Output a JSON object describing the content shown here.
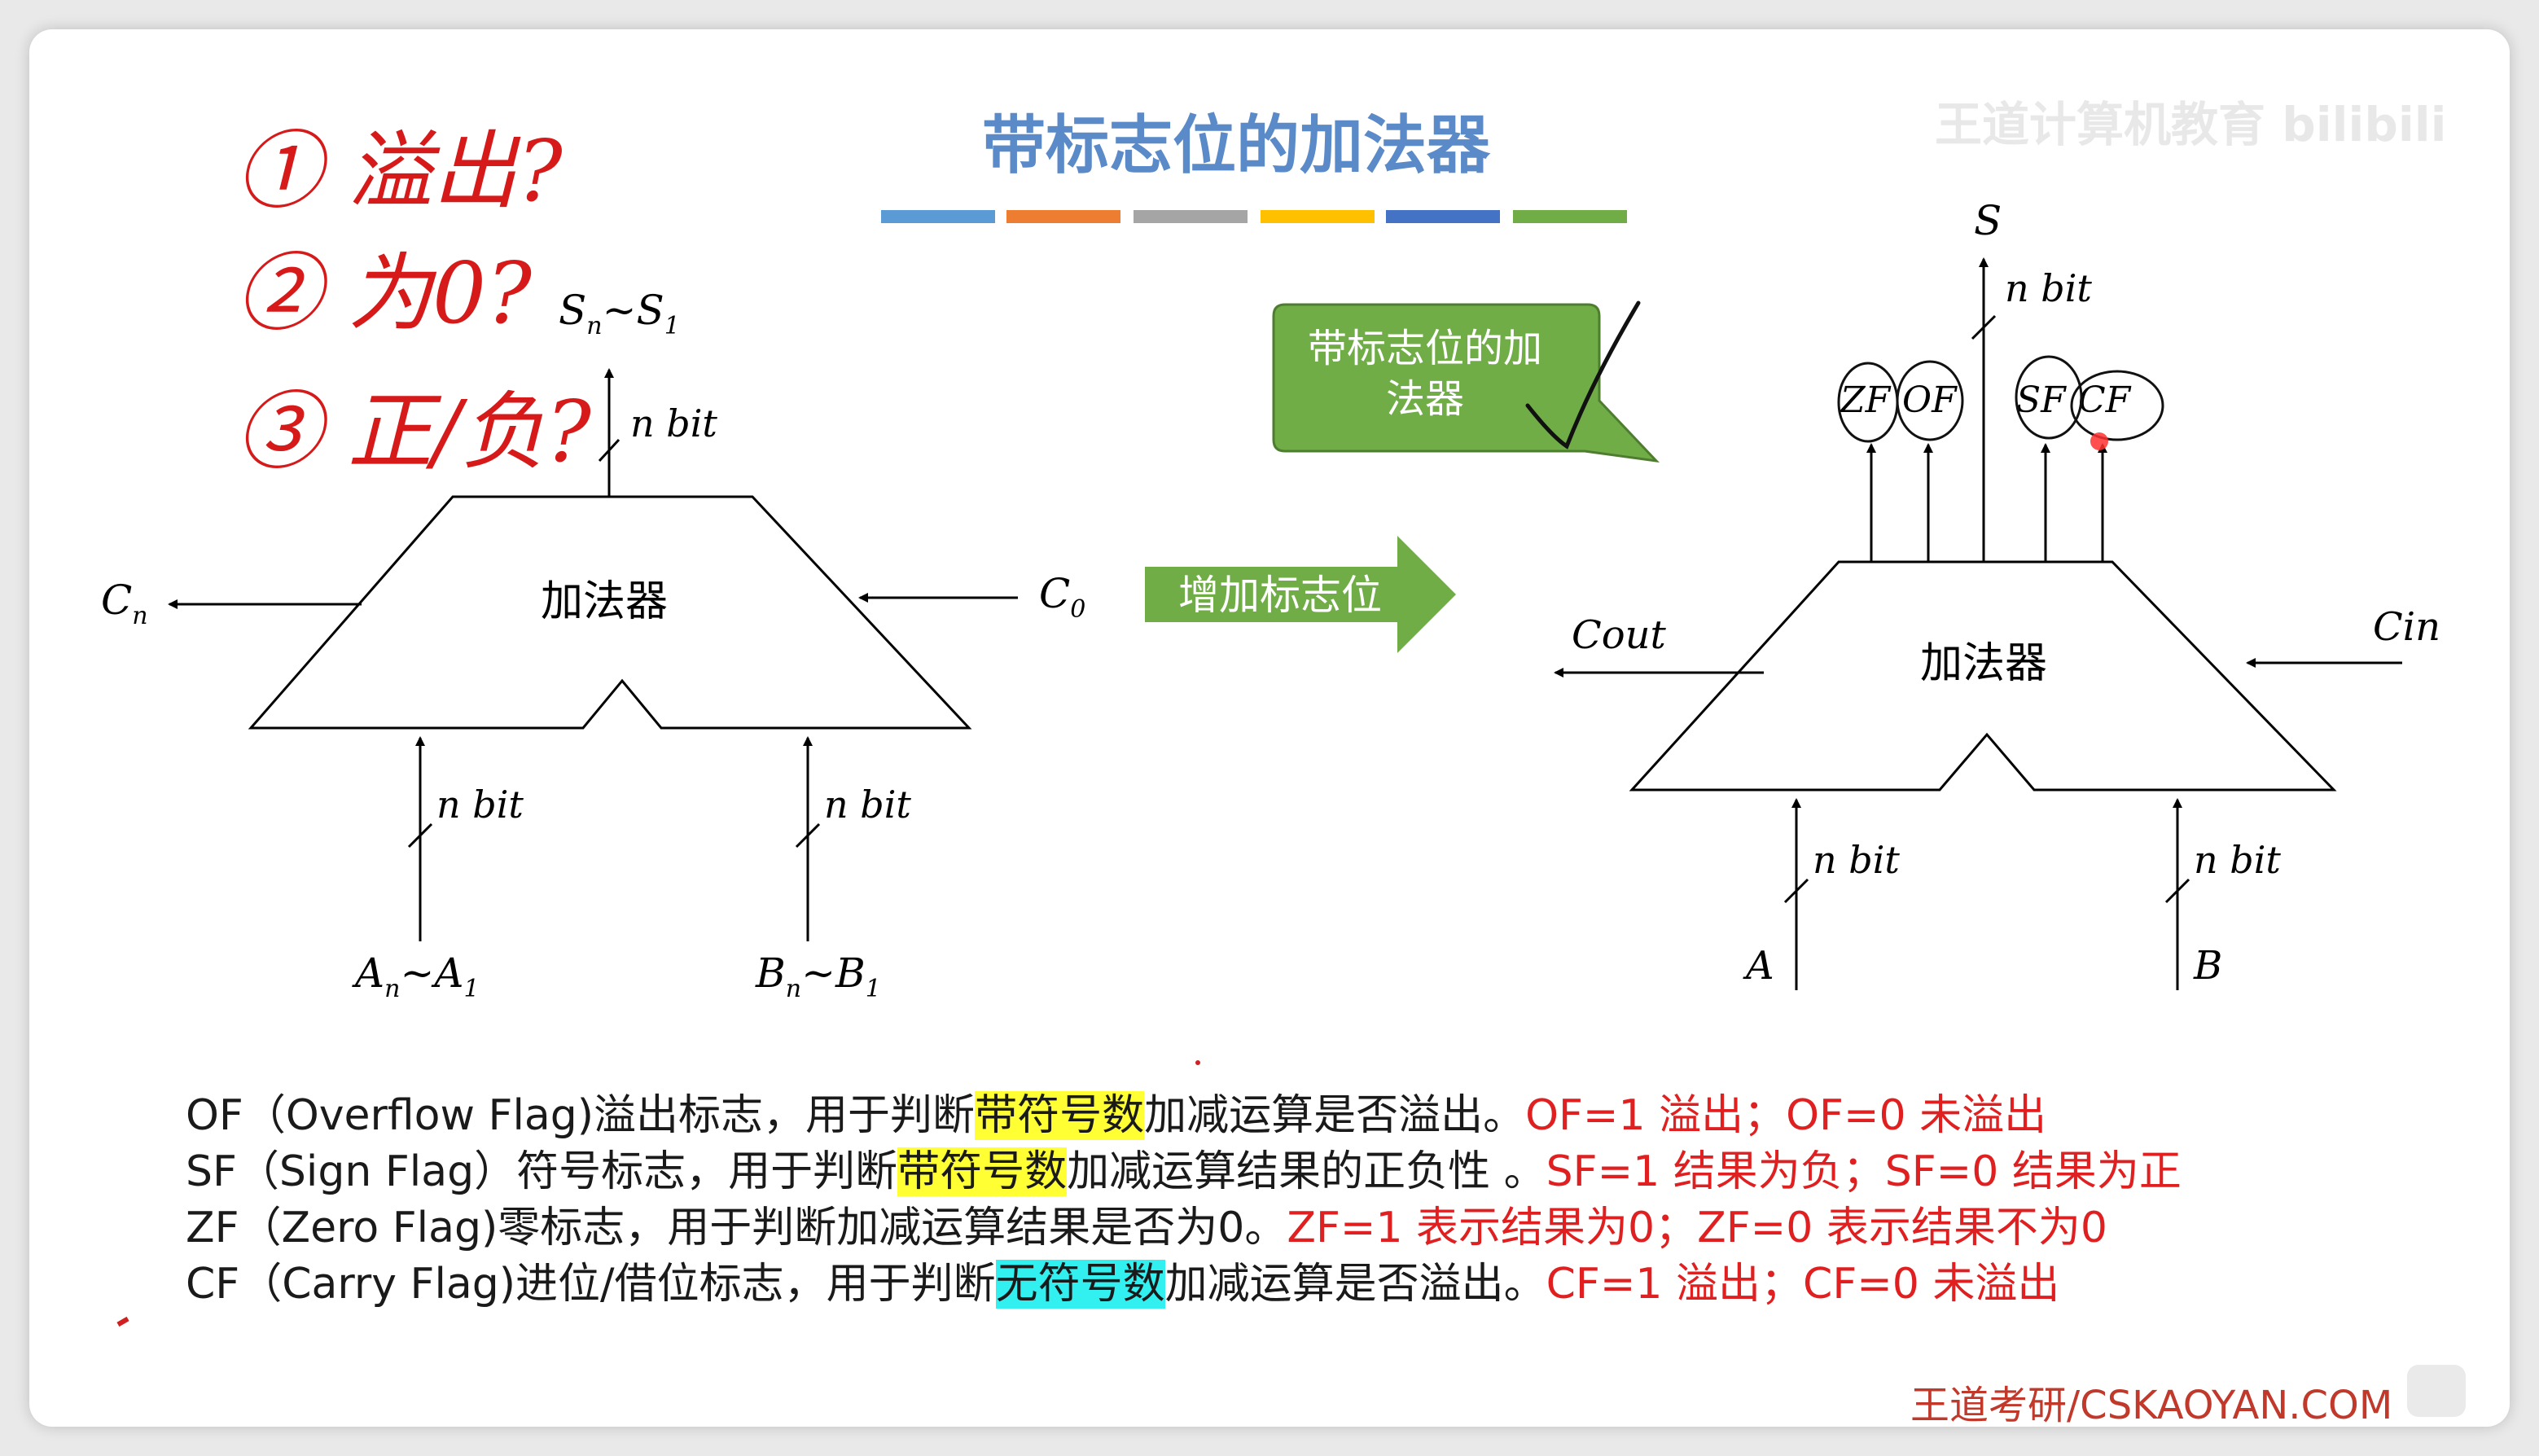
{
  "title": "带标志位的加法器",
  "watermark": "王道计算机教育 bilibili",
  "colors": {
    "title": "#5b8ac9",
    "bars": [
      "#5b9bd5",
      "#ed7d31",
      "#a5a5a5",
      "#ffc000",
      "#4472c4",
      "#70ad47"
    ],
    "callout_fill": "#70ad47",
    "arrow_fill": "#70ad47",
    "handwriting": "#d61a1a",
    "highlight_yellow": "#ffff33",
    "highlight_cyan": "#33f0f0"
  },
  "handwritten": {
    "q1": "① 溢出?",
    "q2": "② 为0?",
    "q3": "③ 正/负?"
  },
  "left_adder": {
    "label": "加法器",
    "output": "S",
    "output_sub_from": "n",
    "output_sub_to": "1",
    "out_bits": "n bit",
    "carry_out": "C",
    "carry_out_sub": "n",
    "carry_in": "C",
    "carry_in_sub": "0",
    "in_a_bits": "n bit",
    "in_b_bits": "n bit",
    "in_a": "A",
    "in_a_sub_from": "n",
    "in_a_sub_to": "1",
    "in_b": "B",
    "in_b_sub_from": "n",
    "in_b_sub_to": "1"
  },
  "callout": {
    "line1": "带标志位的加",
    "line2": "法器"
  },
  "arrow_label": "增加标志位",
  "right_adder": {
    "label": "加法器",
    "output": "S",
    "out_bits": "n bit",
    "flags": [
      "ZF",
      "OF",
      "SF",
      "CF"
    ],
    "carry_out": "Cout",
    "carry_in": "Cin",
    "in_a_bits": "n bit",
    "in_b_bits": "n bit",
    "in_a": "A",
    "in_b": "B"
  },
  "notes": [
    {
      "pre": "OF（Overflow Flag)溢出标志，用于判断",
      "hl": "带符号数",
      "post": "加减运算是否溢出。",
      "red": "OF=1 溢出；OF=0 未溢出"
    },
    {
      "pre": "SF（Sign Flag）符号标志，用于判断",
      "hl": "带符号数",
      "post": "加减运算结果的正负性 。",
      "red": "SF=1 结果为负；SF=0 结果为正"
    },
    {
      "pre": "ZF（Zero Flag)零标志，用于判断加减运算结果是否为0。",
      "hl": "",
      "post": "",
      "red": "ZF=1 表示结果为0；ZF=0 表示结果不为0"
    },
    {
      "pre": "CF（Carry Flag)进位/借位标志，用于判断",
      "hl": "无符号数",
      "post": "加减运算是否溢出。",
      "red": "CF=1 溢出；CF=0 未溢出"
    }
  ],
  "footer": "王道考研/CSKAOYAN.COM"
}
